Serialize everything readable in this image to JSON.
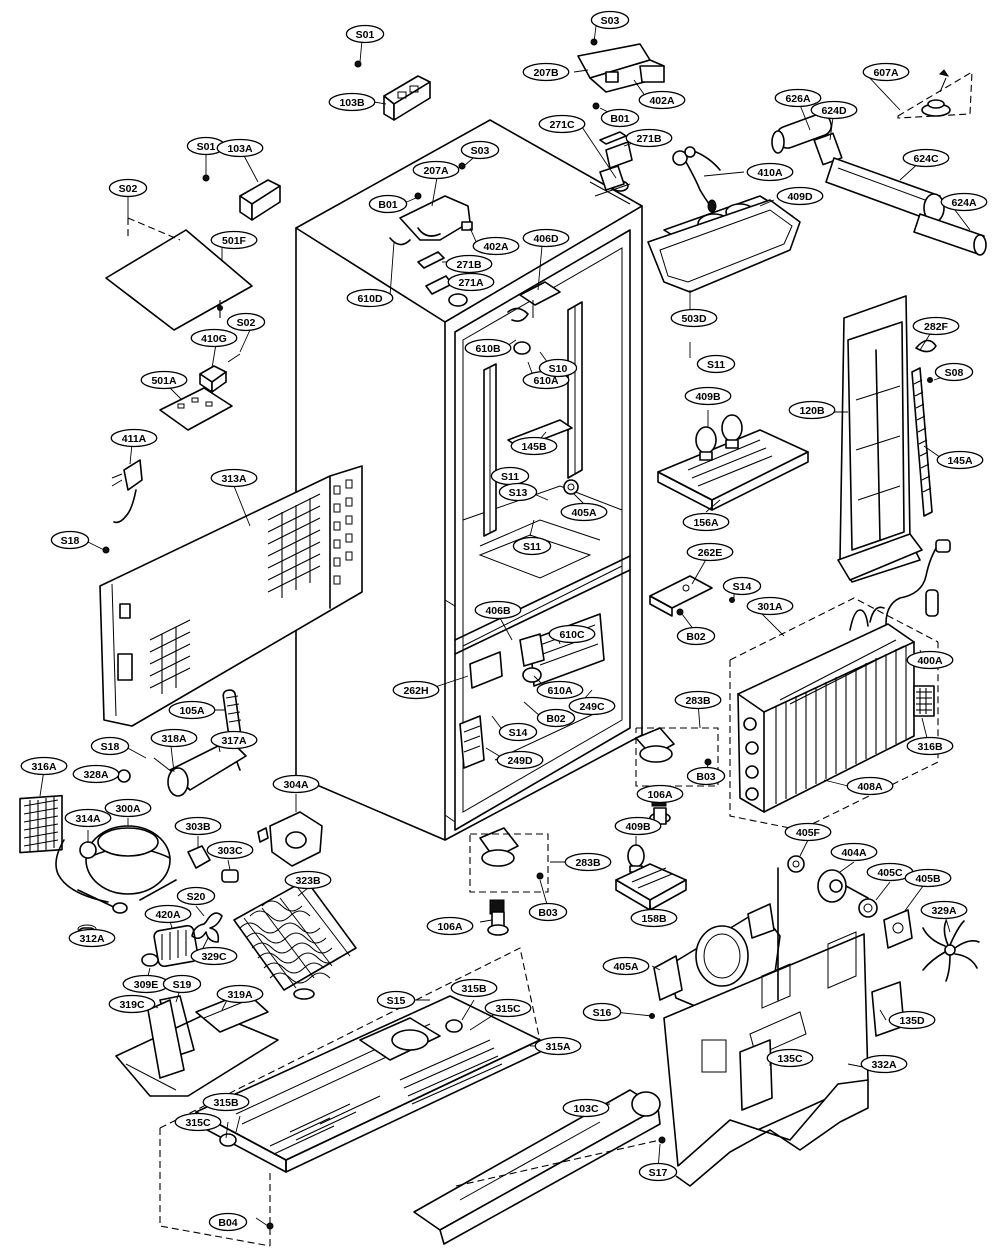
{
  "labels": {
    "S03_a": "S03",
    "207B": "207B",
    "402A_a": "402A",
    "607A": "607A",
    "626A": "626A",
    "624D": "624D",
    "624C": "624C",
    "624A": "624A",
    "S01_a": "S01",
    "103B": "103B",
    "271C": "271C",
    "B01_a": "B01",
    "271B_a": "271B",
    "410A": "410A",
    "409D": "409D",
    "S01_b": "S01",
    "103A": "103A",
    "S03_b": "S03",
    "207A": "207A",
    "B01_b": "B01",
    "402A_b": "402A",
    "S02_a": "S02",
    "501F": "501F",
    "271B_b": "271B",
    "271A": "271A",
    "610D": "610D",
    "406D": "406D",
    "503D": "503D",
    "282F": "282F",
    "410G": "410G",
    "S02_b": "S02",
    "610B": "610B",
    "S11_a": "S11",
    "S08": "S08",
    "501A": "501A",
    "610A_a": "610A",
    "S10": "S10",
    "120B": "120B",
    "409B_a": "409B",
    "411A": "411A",
    "145B": "145B",
    "145A": "145A",
    "313A": "313A",
    "S11_b": "S11",
    "S13": "S13",
    "405A_a": "405A",
    "156A": "156A",
    "S18_a": "S18",
    "S11_c": "S11",
    "262E": "262E",
    "S14_a": "S14",
    "B02_a": "B02",
    "406B": "406B",
    "610C": "610C",
    "301A": "301A",
    "400A": "400A",
    "262H": "262H",
    "610A_b": "610A",
    "B02_b": "B02",
    "249C": "249C",
    "105A": "105A",
    "S14_b": "S14",
    "283B_a": "283B",
    "318A": "318A",
    "317A": "317A",
    "S18_b": "S18",
    "249D": "249D",
    "316B": "316B",
    "328A": "328A",
    "B03_a": "B03",
    "408A": "408A",
    "316A": "316A",
    "314A": "314A",
    "300A": "300A",
    "304A": "304A",
    "106A_a": "106A",
    "303B": "303B",
    "409B_b": "409B",
    "405F": "405F",
    "404A": "404A",
    "303C": "303C",
    "283B_b": "283B",
    "405C": "405C",
    "405B": "405B",
    "S20": "S20",
    "323B": "323B",
    "B03_b": "B03",
    "158B": "158B",
    "329A": "329A",
    "420A": "420A",
    "312A": "312A",
    "329C": "329C",
    "106A_b": "106A",
    "405A_b": "405A",
    "309E": "309E",
    "S19": "S19",
    "319A": "319A",
    "S15": "S15",
    "315B_a": "315B",
    "315C_a": "315C",
    "S16": "S16",
    "135D": "135D",
    "319C": "319C",
    "315A": "315A",
    "135C": "135C",
    "332A": "332A",
    "103C": "103C",
    "315B_b": "315B",
    "315C_b": "315C",
    "S17": "S17",
    "B04": "B04"
  }
}
